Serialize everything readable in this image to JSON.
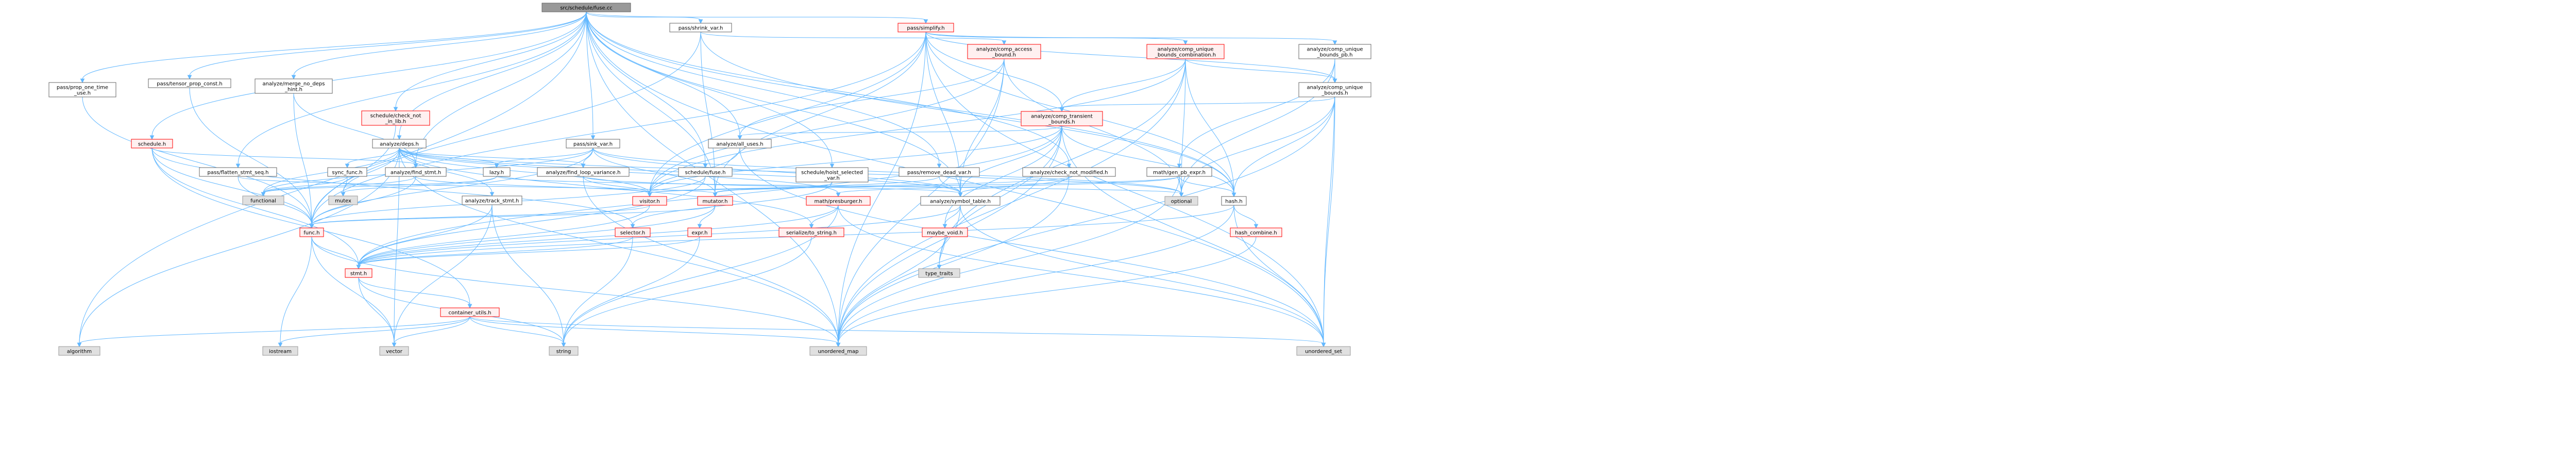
{
  "colors": {
    "background": "#ffffff",
    "edge": "#63b8ff",
    "root_fill": "#999999",
    "root_border": "#666666",
    "doc_fill": "#ffffff",
    "doc_border": "#666666",
    "truncated_fill": "#fff0f0",
    "truncated_border": "#ff0000",
    "system_fill": "#e0e0e0",
    "system_border": "#999999",
    "text": "#000000"
  },
  "nodes": [
    {
      "id": "root",
      "kind": "root",
      "lines": [
        "src/schedule/fuse.cc"
      ]
    },
    {
      "id": "pass_shrink_var",
      "kind": "doc",
      "lines": [
        "pass/shrink_var.h"
      ]
    },
    {
      "id": "pass_simplify",
      "kind": "truncated",
      "lines": [
        "pass/simplify.h"
      ]
    },
    {
      "id": "comp_access_bound",
      "kind": "truncated",
      "lines": [
        "analyze/comp_access",
        "_bound.h"
      ]
    },
    {
      "id": "comp_unique_bounds_combination",
      "kind": "truncated",
      "lines": [
        "analyze/comp_unique",
        "_bounds_combination.h"
      ]
    },
    {
      "id": "comp_unique_bounds_pb",
      "kind": "doc",
      "lines": [
        "analyze/comp_unique",
        "_bounds_pb.h"
      ]
    },
    {
      "id": "comp_unique_bounds",
      "kind": "doc",
      "lines": [
        "analyze/comp_unique",
        "_bounds.h"
      ]
    },
    {
      "id": "comp_transient_bounds",
      "kind": "truncated",
      "lines": [
        "analyze/comp_transient",
        "_bounds.h"
      ]
    },
    {
      "id": "pass_tensor_prop_const",
      "kind": "doc",
      "lines": [
        "pass/tensor_prop_const.h"
      ]
    },
    {
      "id": "pass_prop_one_time_use",
      "kind": "doc",
      "lines": [
        "pass/prop_one_time",
        "_use.h"
      ]
    },
    {
      "id": "merge_no_deps_hint",
      "kind": "doc",
      "lines": [
        "analyze/merge_no_deps",
        "_hint.h"
      ]
    },
    {
      "id": "check_not_in_lib",
      "kind": "truncated",
      "lines": [
        "schedule/check_not",
        "_in_lib.h"
      ]
    },
    {
      "id": "schedule_h",
      "kind": "truncated",
      "lines": [
        "schedule.h"
      ]
    },
    {
      "id": "analyze_deps",
      "kind": "doc",
      "lines": [
        "analyze/deps.h"
      ]
    },
    {
      "id": "pass_sink_var",
      "kind": "doc",
      "lines": [
        "pass/sink_var.h"
      ]
    },
    {
      "id": "analyze_all_uses",
      "kind": "doc",
      "lines": [
        "analyze/all_uses.h"
      ]
    },
    {
      "id": "pass_flatten_stmt_seq",
      "kind": "doc",
      "lines": [
        "pass/flatten_stmt_seq.h"
      ]
    },
    {
      "id": "sync_func",
      "kind": "doc",
      "lines": [
        "sync_func.h"
      ]
    },
    {
      "id": "find_stmt",
      "kind": "doc",
      "lines": [
        "analyze/find_stmt.h"
      ]
    },
    {
      "id": "lazy",
      "kind": "doc",
      "lines": [
        "lazy.h"
      ]
    },
    {
      "id": "find_loop_variance",
      "kind": "doc",
      "lines": [
        "analyze/find_loop_variance.h"
      ]
    },
    {
      "id": "schedule_fuse",
      "kind": "doc",
      "lines": [
        "schedule/fuse.h"
      ]
    },
    {
      "id": "hoist_selected_var",
      "kind": "doc",
      "lines": [
        "schedule/hoist_selected",
        "_var.h"
      ]
    },
    {
      "id": "pass_remove_dead_var",
      "kind": "doc",
      "lines": [
        "pass/remove_dead_var.h"
      ]
    },
    {
      "id": "check_not_modified",
      "kind": "doc",
      "lines": [
        "analyze/check_not_modified.h"
      ]
    },
    {
      "id": "gen_pb_expr",
      "kind": "doc",
      "lines": [
        "math/gen_pb_expr.h"
      ]
    },
    {
      "id": "functional",
      "kind": "system",
      "lines": [
        "functional"
      ]
    },
    {
      "id": "mutex",
      "kind": "system",
      "lines": [
        "mutex"
      ]
    },
    {
      "id": "track_stmt",
      "kind": "doc",
      "lines": [
        "analyze/track_stmt.h"
      ]
    },
    {
      "id": "visitor",
      "kind": "truncated",
      "lines": [
        "visitor.h"
      ]
    },
    {
      "id": "mutator",
      "kind": "truncated",
      "lines": [
        "mutator.h"
      ]
    },
    {
      "id": "presburger",
      "kind": "truncated",
      "lines": [
        "math/presburger.h"
      ]
    },
    {
      "id": "symbol_table",
      "kind": "doc",
      "lines": [
        "analyze/symbol_table.h"
      ]
    },
    {
      "id": "optional",
      "kind": "system",
      "lines": [
        "optional"
      ]
    },
    {
      "id": "hash",
      "kind": "doc",
      "lines": [
        "hash.h"
      ]
    },
    {
      "id": "func",
      "kind": "truncated",
      "lines": [
        "func.h"
      ]
    },
    {
      "id": "selector",
      "kind": "truncated",
      "lines": [
        "selector.h"
      ]
    },
    {
      "id": "serialize_to_string",
      "kind": "truncated",
      "lines": [
        "serialize/to_string.h"
      ]
    },
    {
      "id": "expr",
      "kind": "truncated",
      "lines": [
        "expr.h"
      ]
    },
    {
      "id": "maybe_void",
      "kind": "truncated",
      "lines": [
        "maybe_void.h"
      ]
    },
    {
      "id": "hash_combine",
      "kind": "truncated",
      "lines": [
        "hash_combine.h"
      ]
    },
    {
      "id": "stmt",
      "kind": "truncated",
      "lines": [
        "stmt.h"
      ]
    },
    {
      "id": "type_traits",
      "kind": "system",
      "lines": [
        "type_traits"
      ]
    },
    {
      "id": "container_utils",
      "kind": "truncated",
      "lines": [
        "container_utils.h"
      ]
    },
    {
      "id": "algorithm",
      "kind": "system",
      "lines": [
        "algorithm"
      ]
    },
    {
      "id": "iostream",
      "kind": "system",
      "lines": [
        "iostream"
      ]
    },
    {
      "id": "vector",
      "kind": "system",
      "lines": [
        "vector"
      ]
    },
    {
      "id": "string",
      "kind": "system",
      "lines": [
        "string"
      ]
    },
    {
      "id": "unordered_map",
      "kind": "system",
      "lines": [
        "unordered_map"
      ]
    },
    {
      "id": "unordered_set",
      "kind": "system",
      "lines": [
        "unordered_set"
      ]
    }
  ],
  "edges": [
    [
      "root",
      "pass_shrink_var"
    ],
    [
      "root",
      "pass_simplify"
    ],
    [
      "root",
      "pass_tensor_prop_const"
    ],
    [
      "root",
      "pass_prop_one_time_use"
    ],
    [
      "root",
      "merge_no_deps_hint"
    ],
    [
      "root",
      "check_not_in_lib"
    ],
    [
      "root",
      "schedule_h"
    ],
    [
      "root",
      "analyze_deps"
    ],
    [
      "root",
      "pass_sink_var"
    ],
    [
      "root",
      "analyze_all_uses"
    ],
    [
      "root",
      "pass_flatten_stmt_seq"
    ],
    [
      "root",
      "find_stmt"
    ],
    [
      "root",
      "schedule_fuse"
    ],
    [
      "root",
      "hoist_selected_var"
    ],
    [
      "root",
      "pass_remove_dead_var"
    ],
    [
      "root",
      "check_not_modified"
    ],
    [
      "root",
      "symbol_table"
    ],
    [
      "root",
      "mutator"
    ],
    [
      "root",
      "hash"
    ],
    [
      "root",
      "algorithm"
    ],
    [
      "root",
      "unordered_map"
    ],
    [
      "root",
      "unordered_set"
    ],
    [
      "pass_shrink_var",
      "comp_access_bound"
    ],
    [
      "pass_shrink_var",
      "mutator"
    ],
    [
      "pass_shrink_var",
      "func"
    ],
    [
      "pass_shrink_var",
      "hash"
    ],
    [
      "pass_simplify",
      "comp_unique_bounds_combination"
    ],
    [
      "pass_simplify",
      "comp_unique_bounds_pb"
    ],
    [
      "pass_simplify",
      "comp_unique_bounds"
    ],
    [
      "pass_simplify",
      "comp_transient_bounds"
    ],
    [
      "pass_simplify",
      "symbol_table"
    ],
    [
      "pass_simplify",
      "mutator"
    ],
    [
      "pass_simplify",
      "func"
    ],
    [
      "pass_simplify",
      "hash"
    ],
    [
      "pass_simplify",
      "unordered_map"
    ],
    [
      "pass_simplify",
      "unordered_set"
    ],
    [
      "pass_simplify",
      "visitor"
    ],
    [
      "comp_access_bound",
      "analyze_all_uses"
    ],
    [
      "comp_access_bound",
      "symbol_table"
    ],
    [
      "comp_access_bound",
      "visitor"
    ],
    [
      "comp_access_bound",
      "optional"
    ],
    [
      "comp_access_bound",
      "unordered_map"
    ],
    [
      "comp_unique_bounds_combination",
      "comp_unique_bounds"
    ],
    [
      "comp_unique_bounds_combination",
      "comp_transient_bounds"
    ],
    [
      "comp_unique_bounds_combination",
      "hash"
    ],
    [
      "comp_unique_bounds_combination",
      "optional"
    ],
    [
      "comp_unique_bounds_combination",
      "visitor"
    ],
    [
      "comp_unique_bounds_combination",
      "unordered_map"
    ],
    [
      "comp_unique_bounds_combination",
      "type_traits"
    ],
    [
      "comp_unique_bounds_pb",
      "comp_unique_bounds"
    ],
    [
      "comp_unique_bounds_pb",
      "gen_pb_expr"
    ],
    [
      "comp_unique_bounds_pb",
      "optional"
    ],
    [
      "comp_unique_bounds_pb",
      "unordered_set"
    ],
    [
      "comp_unique_bounds",
      "comp_transient_bounds"
    ],
    [
      "comp_unique_bounds",
      "hash"
    ],
    [
      "comp_unique_bounds",
      "unordered_map"
    ],
    [
      "comp_unique_bounds",
      "unordered_set"
    ],
    [
      "comp_unique_bounds",
      "optional"
    ],
    [
      "comp_transient_bounds",
      "analyze_all_uses"
    ],
    [
      "comp_transient_bounds",
      "symbol_table"
    ],
    [
      "comp_transient_bounds",
      "hash"
    ],
    [
      "comp_transient_bounds",
      "visitor"
    ],
    [
      "comp_transient_bounds",
      "maybe_void"
    ],
    [
      "comp_transient_bounds",
      "stmt"
    ],
    [
      "comp_transient_bounds",
      "unordered_set"
    ],
    [
      "comp_transient_bounds",
      "unordered_map"
    ],
    [
      "comp_transient_bounds",
      "type_traits"
    ],
    [
      "pass_tensor_prop_const",
      "func"
    ],
    [
      "pass_prop_one_time_use",
      "func"
    ],
    [
      "merge_no_deps_hint",
      "func"
    ],
    [
      "merge_no_deps_hint",
      "find_stmt"
    ],
    [
      "check_not_in_lib",
      "func"
    ],
    [
      "schedule_h",
      "find_stmt"
    ],
    [
      "schedule_h",
      "func"
    ],
    [
      "schedule_h",
      "stmt"
    ],
    [
      "schedule_h",
      "selector"
    ],
    [
      "schedule_h",
      "container_utils"
    ],
    [
      "analyze_deps",
      "find_stmt"
    ],
    [
      "analyze_deps",
      "lazy"
    ],
    [
      "analyze_deps",
      "find_loop_variance"
    ],
    [
      "analyze_deps",
      "symbol_table"
    ],
    [
      "analyze_deps",
      "track_stmt"
    ],
    [
      "analyze_deps",
      "presburger"
    ],
    [
      "analyze_deps",
      "visitor"
    ],
    [
      "analyze_deps",
      "serialize_to_string"
    ],
    [
      "analyze_deps",
      "sync_func"
    ],
    [
      "analyze_deps",
      "functional"
    ],
    [
      "analyze_deps",
      "mutex"
    ],
    [
      "analyze_deps",
      "optional"
    ],
    [
      "analyze_deps",
      "vector"
    ],
    [
      "analyze_deps",
      "unordered_map"
    ],
    [
      "analyze_deps",
      "algorithm"
    ],
    [
      "pass_sink_var",
      "find_loop_variance"
    ],
    [
      "pass_sink_var",
      "lazy"
    ],
    [
      "pass_sink_var",
      "mutator"
    ],
    [
      "pass_sink_var",
      "func"
    ],
    [
      "pass_sink_var",
      "symbol_table"
    ],
    [
      "pass_sink_var",
      "optional"
    ],
    [
      "pass_sink_var",
      "functional"
    ],
    [
      "analyze_all_uses",
      "visitor"
    ],
    [
      "analyze_all_uses",
      "unordered_set"
    ],
    [
      "pass_flatten_stmt_seq",
      "func"
    ],
    [
      "pass_flatten_stmt_seq",
      "mutator"
    ],
    [
      "sync_func",
      "functional"
    ],
    [
      "sync_func",
      "mutex"
    ],
    [
      "find_stmt",
      "func"
    ],
    [
      "find_stmt",
      "functional"
    ],
    [
      "find_stmt",
      "visitor"
    ],
    [
      "lazy",
      "functional"
    ],
    [
      "lazy",
      "mutex"
    ],
    [
      "lazy",
      "optional"
    ],
    [
      "find_loop_variance",
      "symbol_table"
    ],
    [
      "find_loop_variance",
      "visitor"
    ],
    [
      "find_loop_variance",
      "unordered_map"
    ],
    [
      "schedule_fuse",
      "func"
    ],
    [
      "schedule_fuse",
      "stmt"
    ],
    [
      "hoist_selected_var",
      "mutator"
    ],
    [
      "hoist_selected_var",
      "selector"
    ],
    [
      "pass_remove_dead_var",
      "symbol_table"
    ],
    [
      "pass_remove_dead_var",
      "mutator"
    ],
    [
      "check_not_modified",
      "symbol_table"
    ],
    [
      "check_not_modified",
      "visitor"
    ],
    [
      "check_not_modified",
      "unordered_map"
    ],
    [
      "gen_pb_expr",
      "hash"
    ],
    [
      "gen_pb_expr",
      "presburger"
    ],
    [
      "gen_pb_expr",
      "visitor"
    ],
    [
      "gen_pb_expr",
      "unordered_map"
    ],
    [
      "gen_pb_expr",
      "optional"
    ],
    [
      "track_stmt",
      "stmt"
    ],
    [
      "track_stmt",
      "string"
    ],
    [
      "track_stmt",
      "vector"
    ],
    [
      "visitor",
      "stmt"
    ],
    [
      "visitor",
      "func"
    ],
    [
      "mutator",
      "stmt"
    ],
    [
      "mutator",
      "func"
    ],
    [
      "mutator",
      "expr"
    ],
    [
      "presburger",
      "stmt"
    ],
    [
      "presburger",
      "serialize_to_string"
    ],
    [
      "presburger",
      "string"
    ],
    [
      "presburger",
      "unordered_set"
    ],
    [
      "symbol_table",
      "maybe_void"
    ],
    [
      "symbol_table",
      "stmt"
    ],
    [
      "symbol_table",
      "unordered_map"
    ],
    [
      "symbol_table",
      "unordered_set"
    ],
    [
      "hash",
      "hash_combine"
    ],
    [
      "hash",
      "stmt"
    ],
    [
      "hash",
      "unordered_map"
    ],
    [
      "hash",
      "unordered_set"
    ],
    [
      "func",
      "stmt"
    ],
    [
      "func",
      "vector"
    ],
    [
      "func",
      "iostream"
    ],
    [
      "func",
      "unordered_map"
    ],
    [
      "selector",
      "stmt"
    ],
    [
      "selector",
      "string"
    ],
    [
      "serialize_to_string",
      "string"
    ],
    [
      "expr",
      "stmt"
    ],
    [
      "expr",
      "string"
    ],
    [
      "maybe_void",
      "type_traits"
    ],
    [
      "hash_combine",
      "unordered_map"
    ],
    [
      "stmt",
      "container_utils"
    ],
    [
      "stmt",
      "string"
    ],
    [
      "stmt",
      "vector"
    ],
    [
      "container_utils",
      "algorithm"
    ],
    [
      "container_utils",
      "iostream"
    ],
    [
      "container_utils",
      "vector"
    ],
    [
      "container_utils",
      "string"
    ],
    [
      "container_utils",
      "unordered_map"
    ],
    [
      "container_utils",
      "unordered_set"
    ]
  ]
}
